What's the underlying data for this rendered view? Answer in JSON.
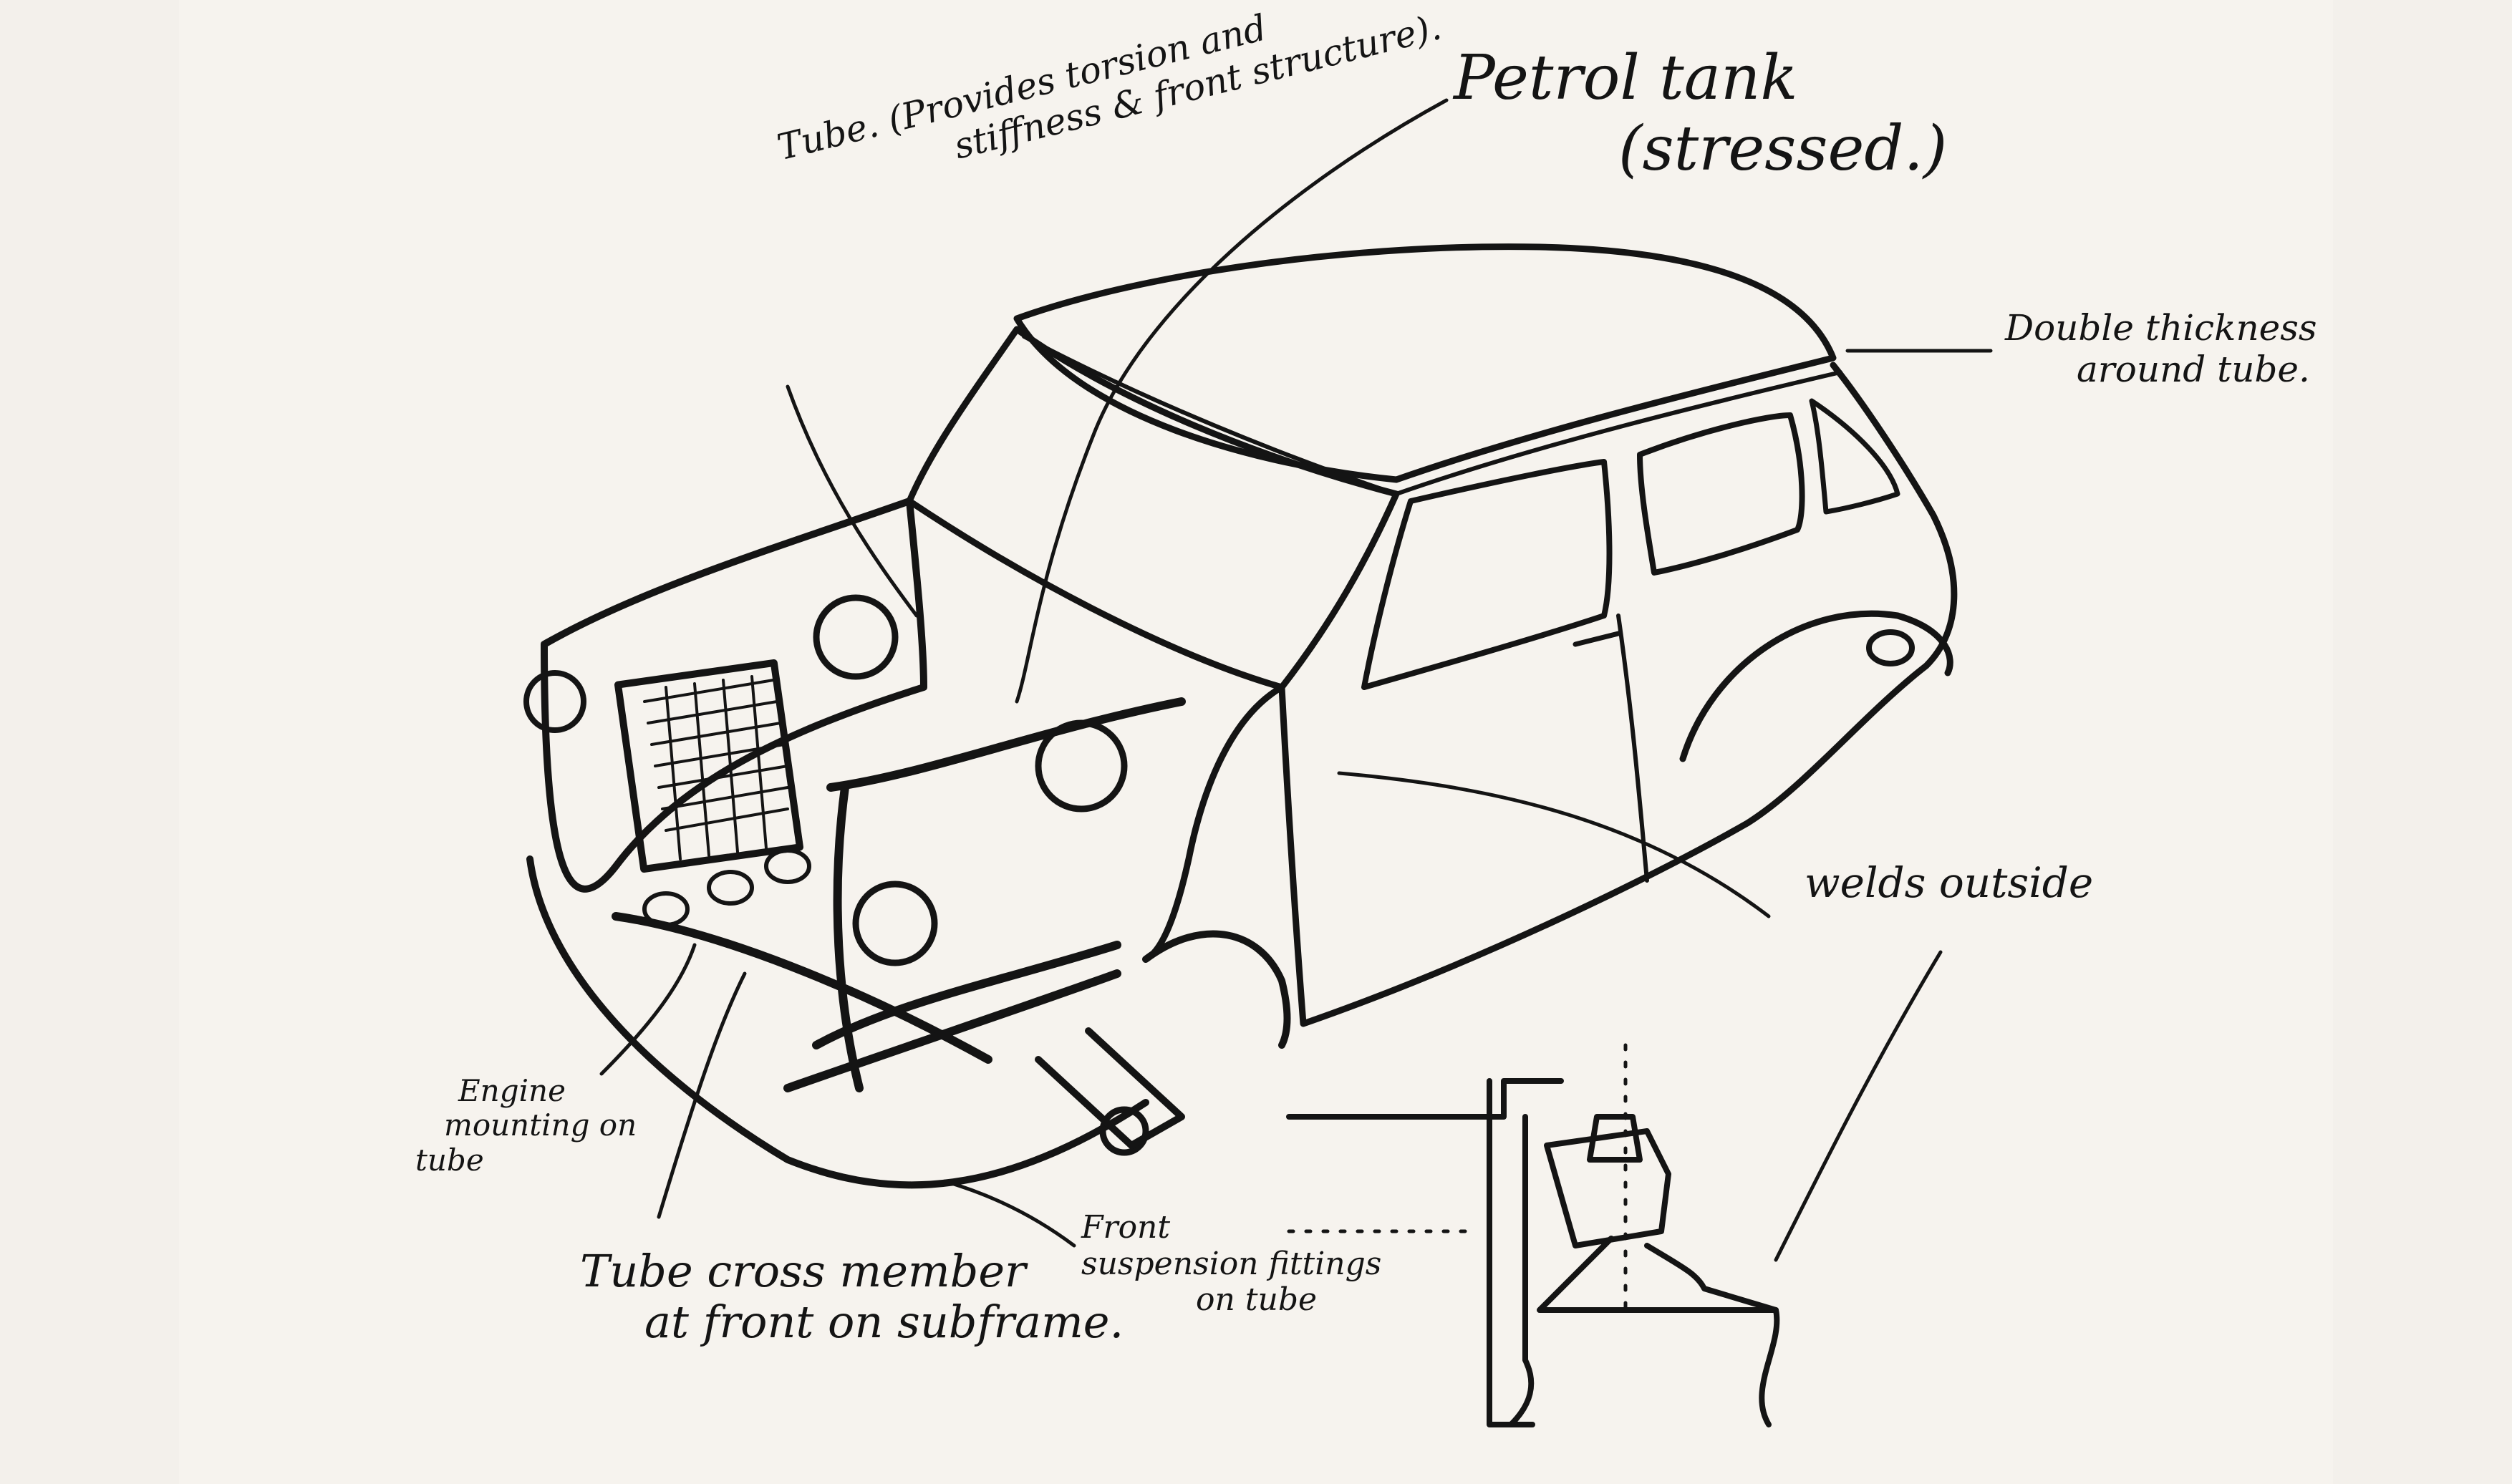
{
  "diagram": {
    "title": "",
    "colors": {
      "paper": "#f6f3ee",
      "ink": "#141414"
    }
  },
  "annotations": {
    "petrol_tank": {
      "line1": "Petrol tank",
      "line2": "(stressed.)"
    },
    "tube_roof": {
      "line1": "Tube. (Provides torsion and",
      "line2": "stiffness & front structure)."
    },
    "double_thickness": {
      "line1": "Double thickness",
      "line2": "around tube."
    },
    "welds": {
      "text": "welds outside"
    },
    "engine_mounting": {
      "line1": "Engine",
      "line2": "mounting on",
      "line3": "tube"
    },
    "tube_cross": {
      "line1": "Tube cross member",
      "line2": "at front on subframe."
    },
    "front_suspension": {
      "line1": "Front",
      "line2": "suspension fittings",
      "line3": "on tube"
    }
  }
}
